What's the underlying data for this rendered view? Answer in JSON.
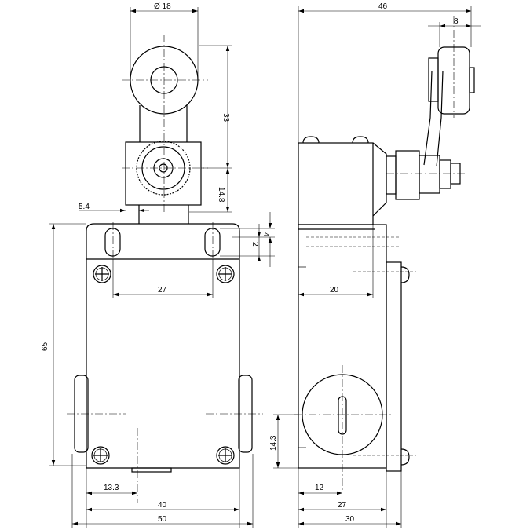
{
  "drawing": {
    "front_view_dimensions": {
      "roller_diameter": "Ø 18",
      "lever_length": "33",
      "shaft_height": "14.8",
      "offset": "5.4",
      "slot_length": "4",
      "slot_offset": "2",
      "mounting_spacing_top": "27",
      "body_height": "65",
      "cable_entry_offset": "13.3",
      "mounting_spacing_bottom": "40",
      "body_width": "50"
    },
    "side_view_dimensions": {
      "overall_depth": "46",
      "roller_width": "8",
      "body_depth_upper": "20",
      "cable_entry_height": "14.3",
      "cable_entry_depth": "12",
      "mounting_depth": "27",
      "body_depth": "30"
    }
  }
}
